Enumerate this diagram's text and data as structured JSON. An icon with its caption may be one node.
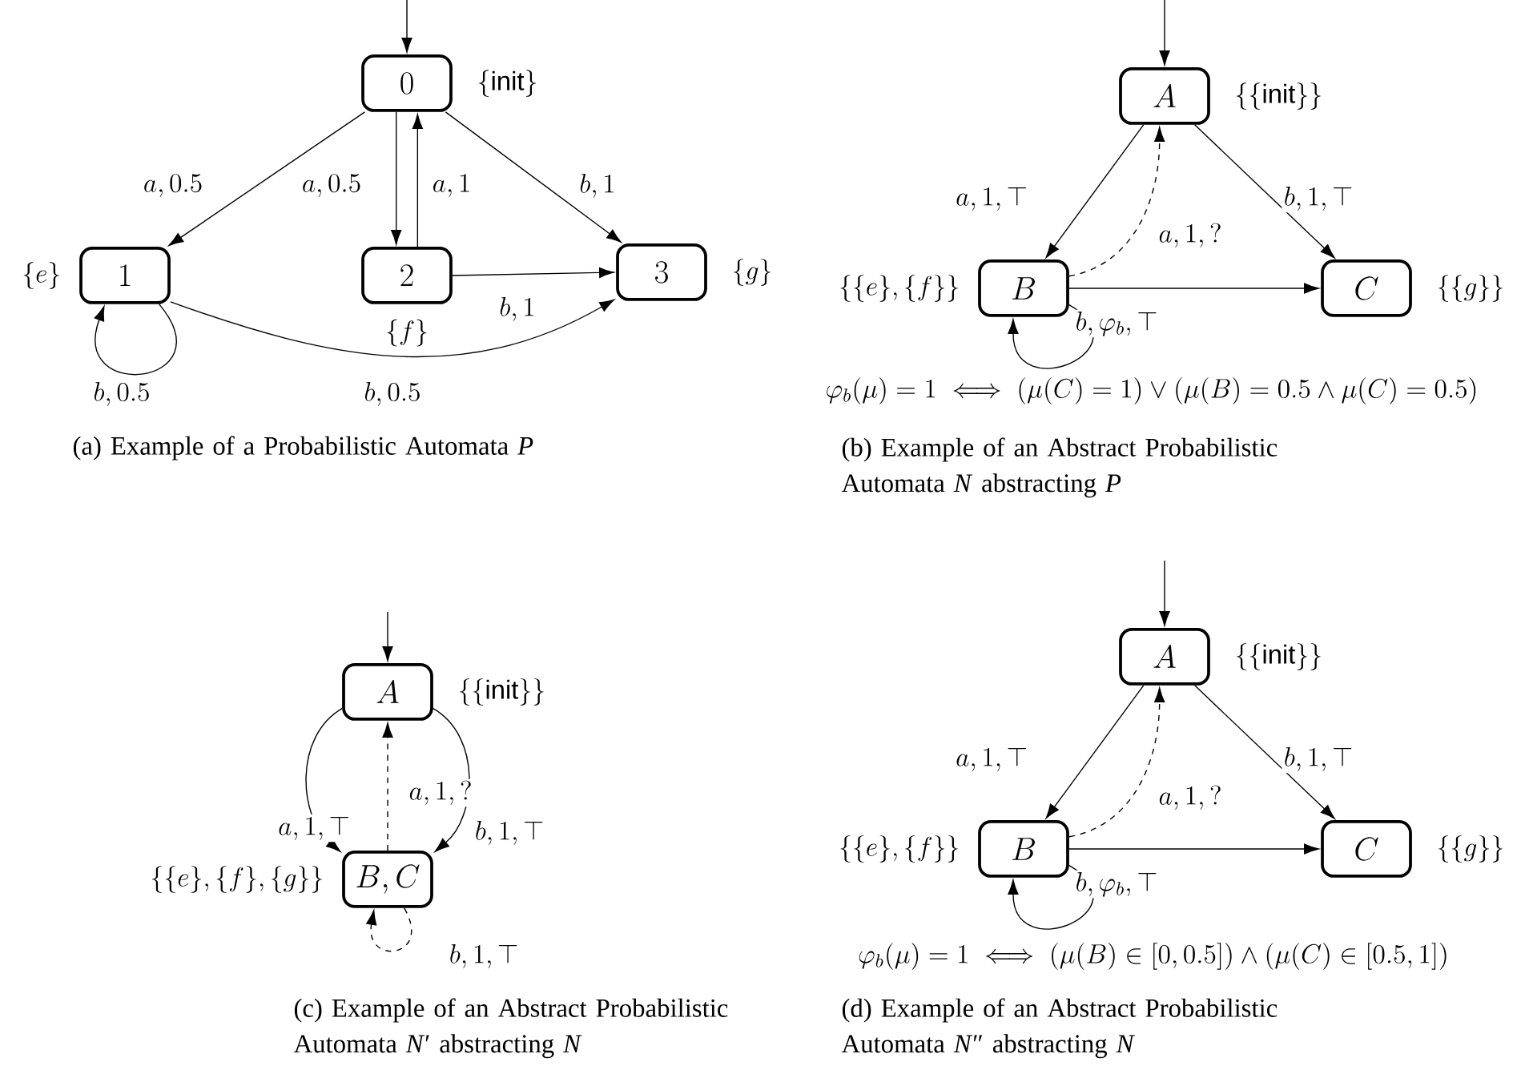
{
  "diagram": {
    "nodes": [
      {
        "text": [
          "0"
        ],
        "beside": [
          "\\{\\mathsf{init}\\}"
        ]
      },
      {
        "text": [
          "1"
        ],
        "beside": [
          "\\{e\\}"
        ]
      },
      {
        "text": [
          "2"
        ],
        "beside": [
          "\\{f\\}"
        ]
      },
      {
        "text": [
          "3"
        ],
        "beside": [
          "\\{g\\}"
        ]
      },
      {
        "text": [
          "A"
        ],
        "beside": [
          "\\{\\{\\mathsf{init}\\}\\}"
        ]
      },
      {
        "text": [
          "B"
        ],
        "beside": [
          "\\{\\{e\\},\\{f\\}\\}"
        ]
      },
      {
        "text": [
          "C"
        ],
        "beside": [
          "\\{\\{g\\}\\}"
        ]
      },
      {
        "text": [
          "A"
        ],
        "beside": [
          "\\{\\{\\mathsf{init}\\}\\}"
        ]
      },
      {
        "text": [
          "B,C"
        ],
        "beside": [
          "\\{\\{e\\},\\{f\\},\\{g\\}\\}"
        ]
      },
      {
        "text": [
          "A"
        ],
        "beside": [
          "\\{\\{\\mathsf{init}\\}\\}"
        ]
      },
      {
        "text": [
          "B"
        ],
        "beside": [
          "\\{\\{e\\},\\{f\\}\\}"
        ]
      },
      {
        "text": [
          "C"
        ],
        "beside": [
          "\\{\\{g\\}\\}"
        ]
      }
    ],
    "edges": [
      {
        "from": null,
        "to": 0,
        "arrow": "to"
      },
      {
        "from": 0,
        "to": 1,
        "arrow": "to",
        "label": "a, 0.5"
      },
      {
        "from": 0,
        "to": 2,
        "arrow": "to",
        "label": "a, 0.5"
      },
      {
        "from": 2,
        "to": 0,
        "arrow": "to",
        "label": "a, 1"
      },
      {
        "from": 0,
        "to": 3,
        "arrow": "to",
        "label": "b, 1"
      },
      {
        "from": 2,
        "to": 3,
        "arrow": "to",
        "label": "b, 1"
      },
      {
        "from": 1,
        "to": 1,
        "arrow": "to",
        "label": "b, 0.5"
      },
      {
        "from": 1,
        "to": 3,
        "arrow": "to",
        "label": "b, 0.5"
      },
      {
        "from": null,
        "to": 4,
        "arrow": "to"
      },
      {
        "from": 4,
        "to": 5,
        "arrow": "to",
        "label": "a, 1, \\top"
      },
      {
        "from": 4,
        "to": 6,
        "arrow": "to",
        "label": "b, 1, \\top"
      },
      {
        "from": 5,
        "to": 4,
        "arrow": "to",
        "label": "a, 1, ?",
        "style": "dashed"
      },
      {
        "from": 5,
        "to": 6,
        "arrow": "to"
      },
      {
        "from": 5,
        "to": 5,
        "arrow": "to",
        "label": "b, \\varphi_b, \\top"
      },
      {
        "from": null,
        "to": 7,
        "arrow": "to"
      },
      {
        "from": 7,
        "to": 8,
        "arrow": "to",
        "label": "a, 1, \\top"
      },
      {
        "from": 7,
        "to": 8,
        "arrow": "to",
        "label": "b, 1, \\top"
      },
      {
        "from": 8,
        "to": 7,
        "arrow": "to",
        "label": "a, 1, ?",
        "style": "dashed"
      },
      {
        "from": 8,
        "to": 8,
        "arrow": "to",
        "label": "b, 1, \\top",
        "style": "dashed"
      },
      {
        "from": null,
        "to": 9,
        "arrow": "to"
      },
      {
        "from": 9,
        "to": 10,
        "arrow": "to",
        "label": "a, 1, \\top"
      },
      {
        "from": 9,
        "to": 11,
        "arrow": "to",
        "label": "b, 1, \\top"
      },
      {
        "from": 10,
        "to": 9,
        "arrow": "to",
        "label": "a, 1, ?",
        "style": "dashed"
      },
      {
        "from": 10,
        "to": 11,
        "arrow": "to"
      },
      {
        "from": 10,
        "to": 10,
        "arrow": "to",
        "label": "b, \\varphi_b, \\top"
      }
    ],
    "labels": [
      "(a) Example of a Probabilistic Automata *P*",
      "\\varphi_b(\\mu) = 1 \\iff (\\mu(C) = 1) \\vee (\\mu(B) = 0.5 \\wedge \\mu(C) = 0.5)",
      "(b) Example of an Abstract Probabilistic Automata *N* abstracting *P*",
      "(c) Example of an Abstract Probabilistic Automata *N*′ abstracting *N*",
      "\\varphi_b(\\mu) = 1 \\iff (\\mu(B) \\in [0, 0.5]) \\wedge (\\mu(C) \\in [0.5, 1])",
      "(d) Example of an Abstract Probabilistic Automata *N*″ abstracting *N*"
    ]
  }
}
